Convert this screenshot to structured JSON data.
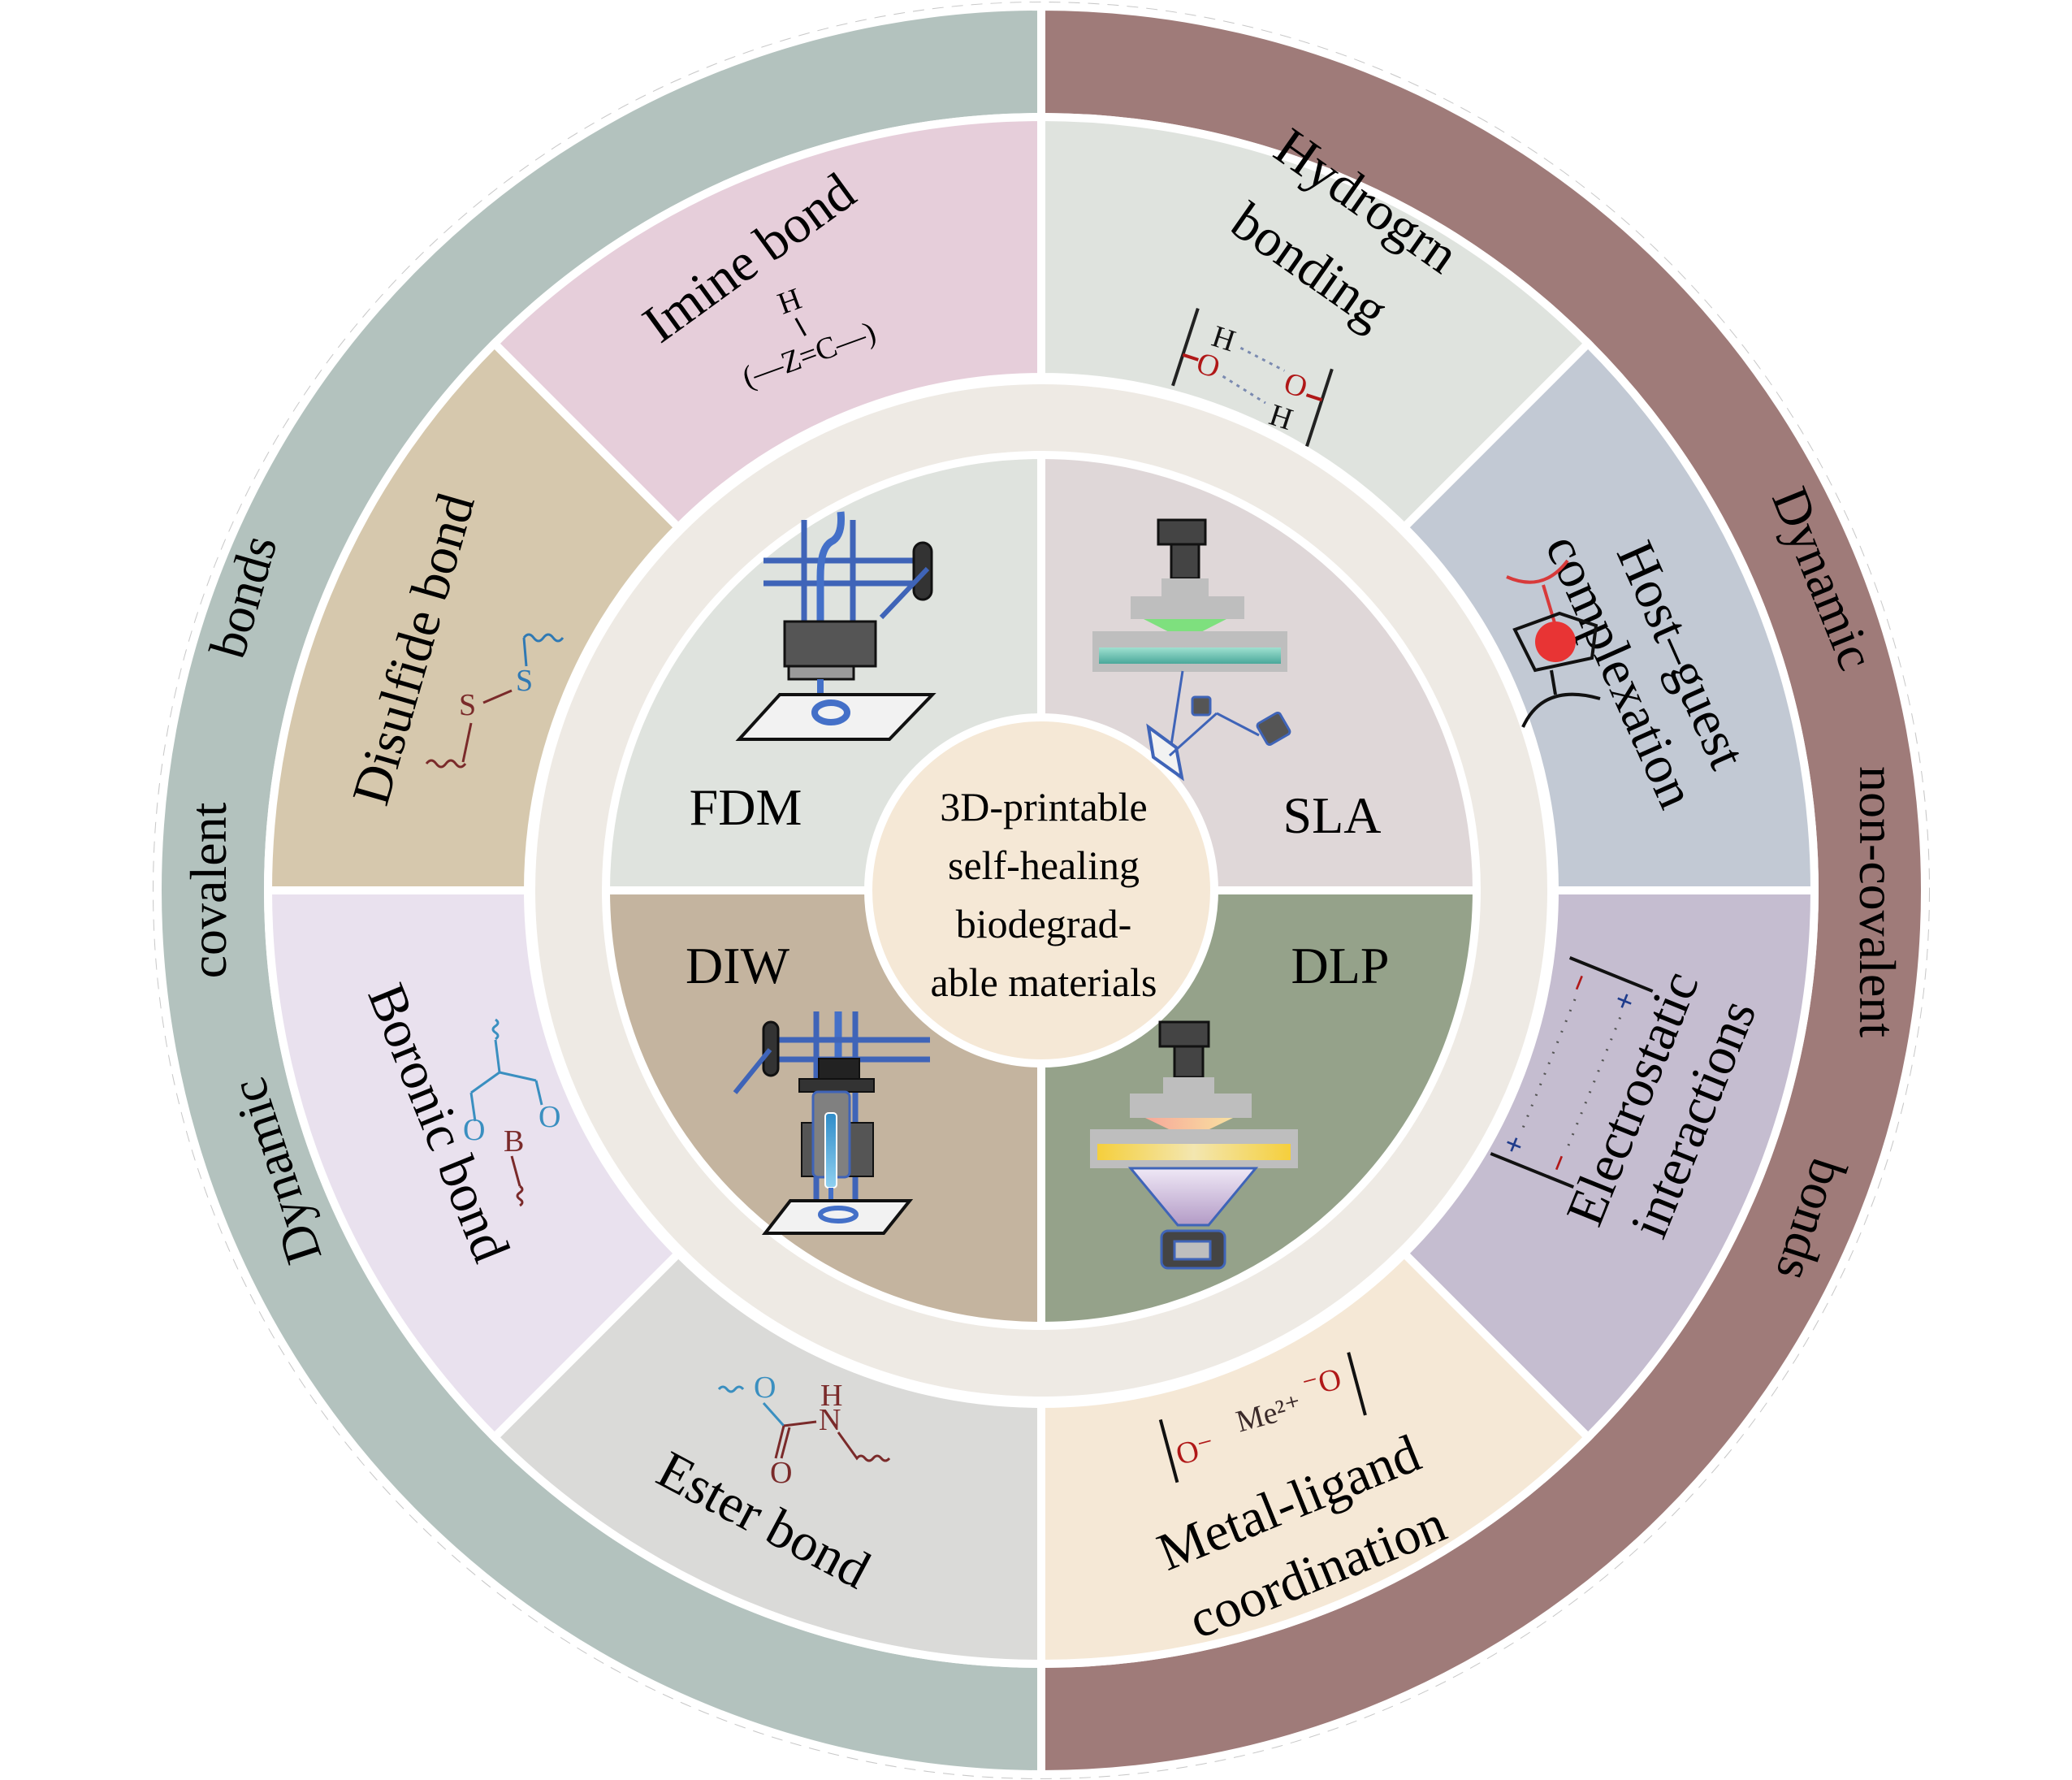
{
  "center": {
    "lines": [
      "3D-printable",
      "self-healing",
      "biodegrad-",
      "able materials"
    ],
    "color": "#f5e8d6"
  },
  "outer_ring": {
    "left": {
      "words": [
        "Dynamic",
        "covalent",
        "bonds"
      ],
      "color": "#b3c2be"
    },
    "right": {
      "words": [
        "Dynamic",
        "non-covalent",
        "bonds"
      ],
      "color": "#9f7b79"
    }
  },
  "bond_segments": [
    {
      "id": "imine",
      "lines": [
        "Imine bond"
      ],
      "color": "#e6ceda",
      "formula": [
        "H",
        "(—Z=C—)"
      ]
    },
    {
      "id": "hydrogen",
      "lines": [
        "Hydrogrn",
        "bonding"
      ],
      "color": "#dfe3de",
      "formula": [
        "H",
        "O",
        "O",
        "H"
      ]
    },
    {
      "id": "host-guest",
      "lines": [
        "Host–guest",
        "complexation"
      ],
      "color": "#c2c9d4"
    },
    {
      "id": "electrostatic",
      "lines": [
        "Electrostatic",
        "interactions"
      ],
      "color": "#c5bdd0",
      "formula": [
        "+",
        "−",
        "+",
        "−"
      ]
    },
    {
      "id": "metal-ligand",
      "lines": [
        "Metal-ligand",
        "coordination"
      ],
      "color": "#f5e8d6",
      "formula": [
        "O⁻",
        "Me²⁺",
        "⁻O"
      ]
    },
    {
      "id": "ester",
      "lines": [
        "Ester bond"
      ],
      "color": "#dadad8",
      "formula": [
        "O",
        "H",
        "N",
        "O"
      ]
    },
    {
      "id": "boronic",
      "lines": [
        "Boronic bond"
      ],
      "color": "#e9e1ee",
      "formula": [
        "O",
        "B",
        "O"
      ]
    },
    {
      "id": "disulfide",
      "lines": [
        "Disulfide bond"
      ],
      "color": "#d6c8ad",
      "formula": [
        "S",
        "S"
      ]
    }
  ],
  "middle_band": {
    "color": "#eeeae4"
  },
  "techniques": [
    {
      "id": "fdm",
      "label": "FDM",
      "color": "#dfe3de"
    },
    {
      "id": "sla",
      "label": "SLA",
      "color": "#dfd7d8"
    },
    {
      "id": "dlp",
      "label": "DLP",
      "color": "#95a28a"
    },
    {
      "id": "diw",
      "label": "DIW",
      "color": "#c4b49f"
    }
  ],
  "palette": {
    "divider": "#ffffff",
    "rail_blue": "#3f64b8",
    "dark_part": "#444444",
    "resin_green": "#7ee07e",
    "resin_cyan": "#9ad8cc",
    "dlp_yellow": "#f5cf3c",
    "dlp_purple": "#b9a3cc",
    "chem_red": "#b01818",
    "chem_maroon": "#7a2a2a",
    "chem_blue": "#3a8fc0",
    "charge_blue": "#1f3c8c"
  }
}
